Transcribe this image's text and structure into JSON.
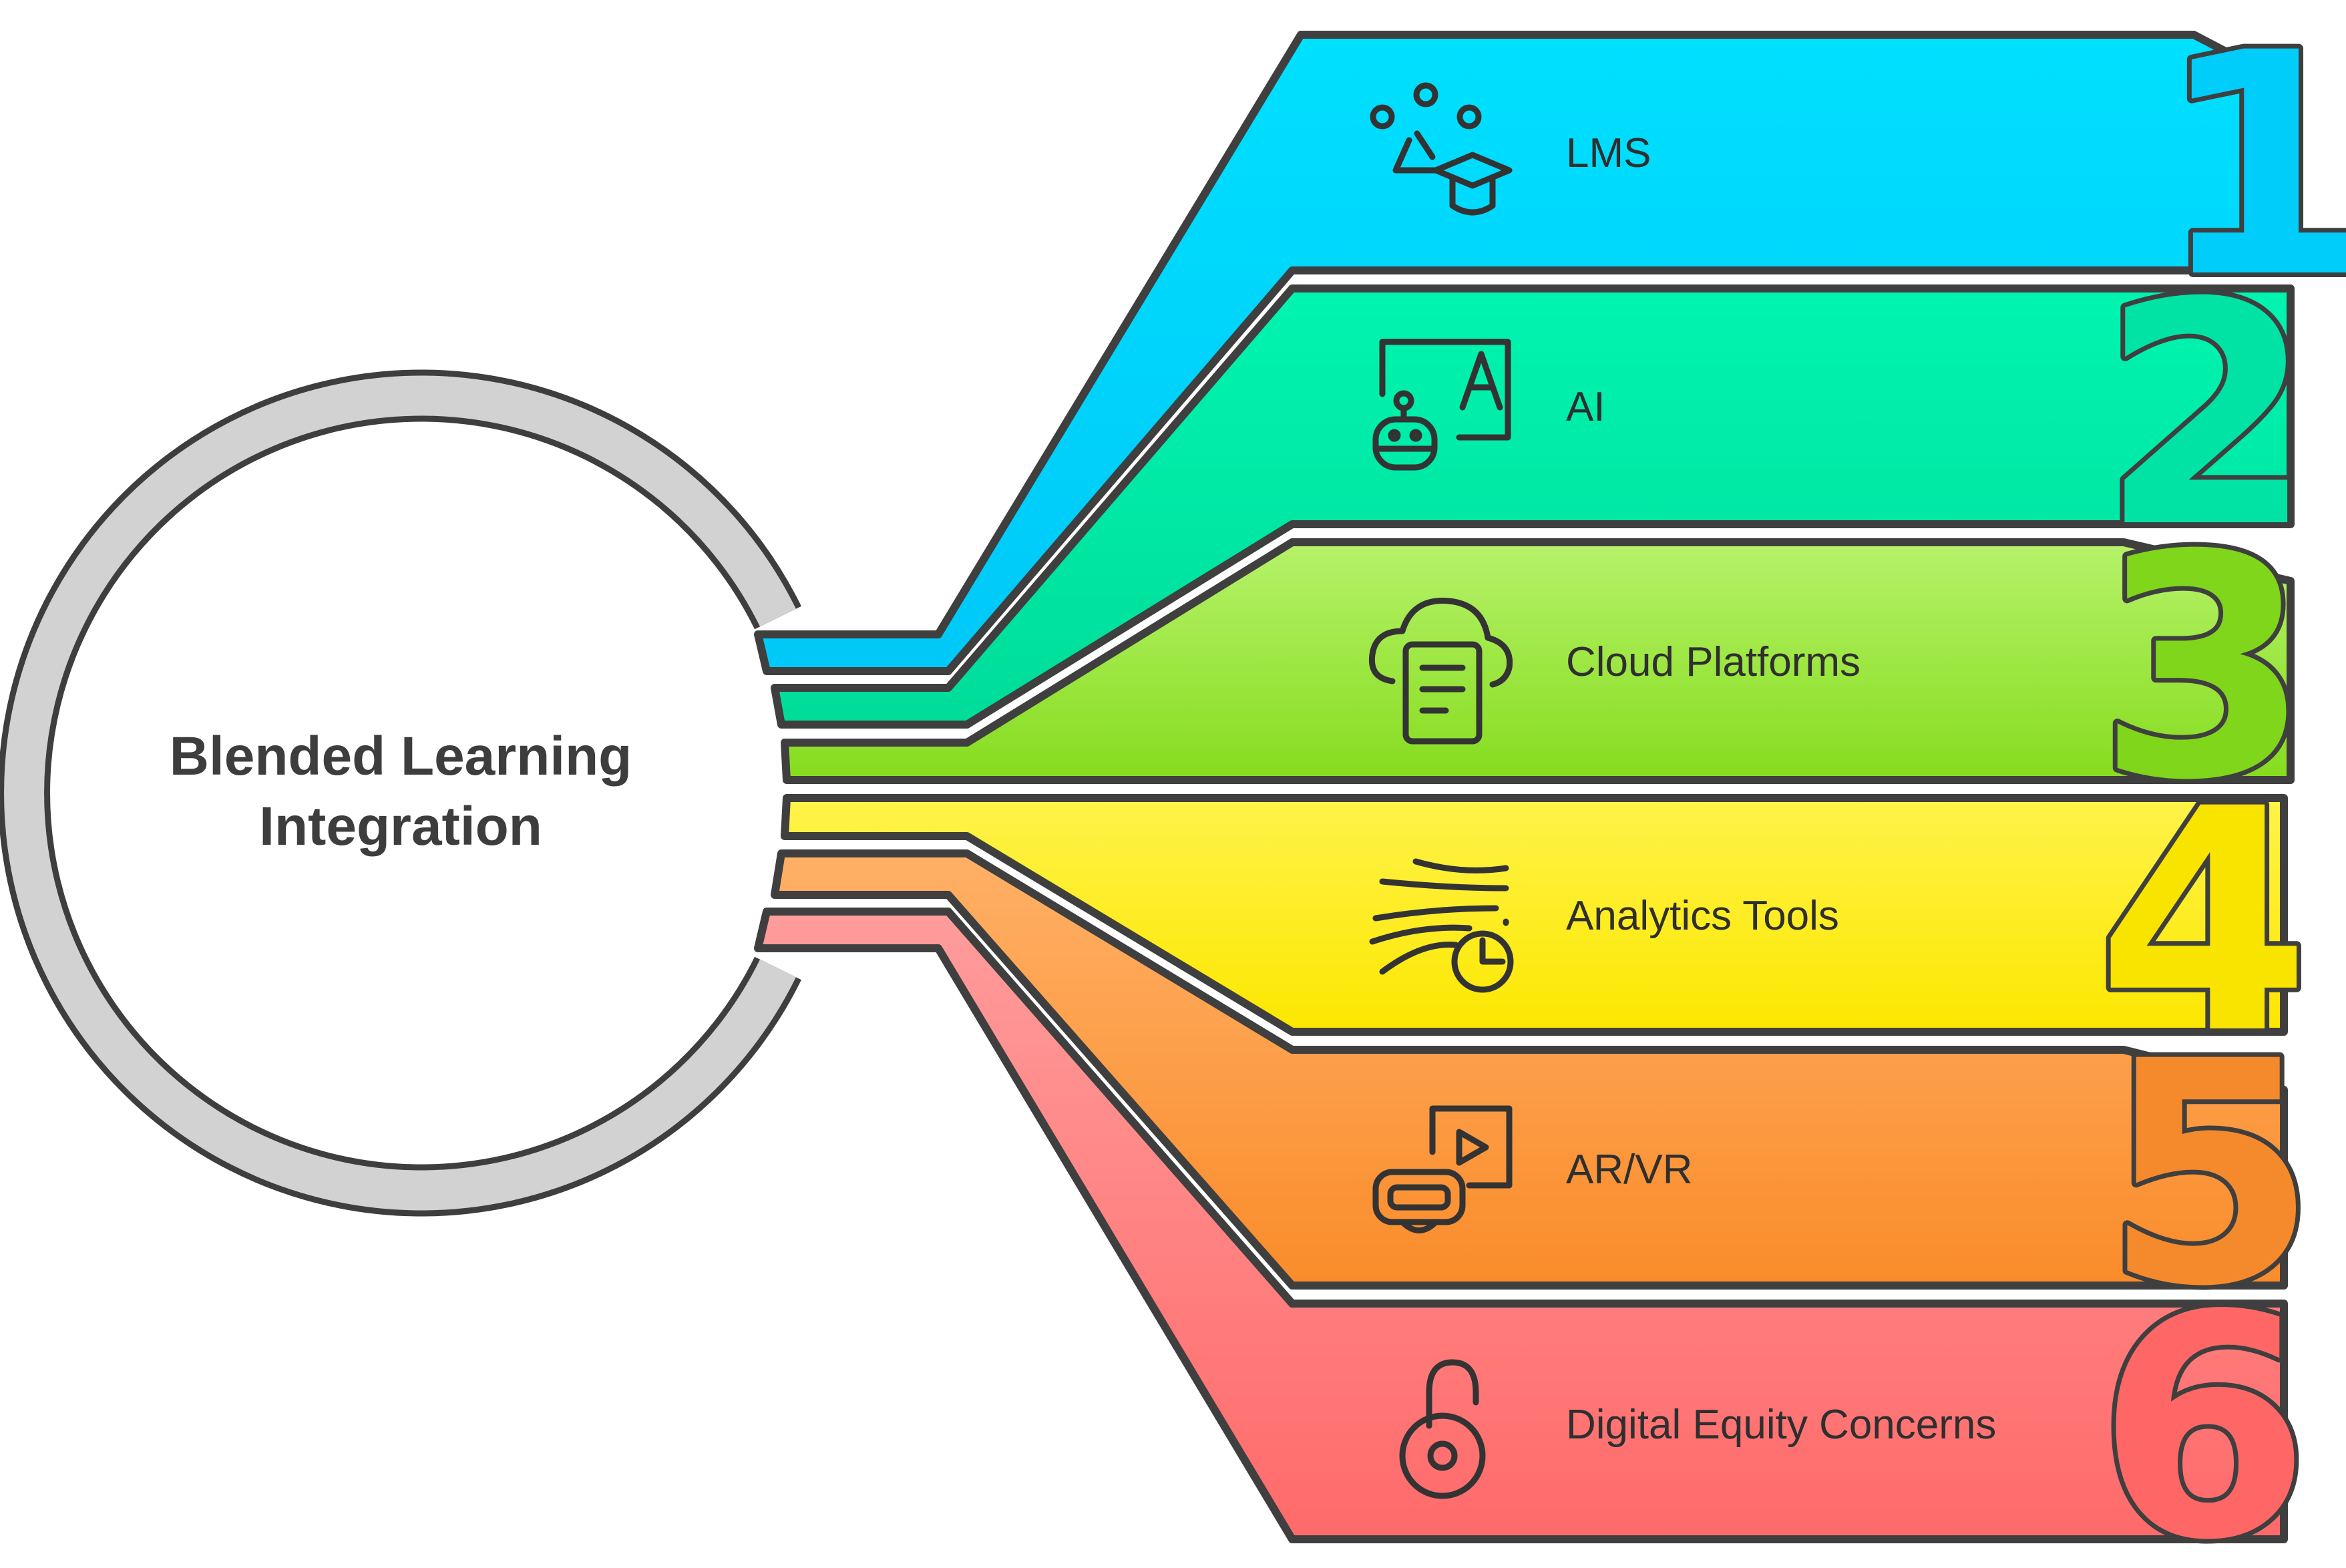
{
  "hub": {
    "title_line1": "Blended Learning",
    "title_line2": "Integration"
  },
  "items": [
    {
      "number": "1",
      "label": "LMS",
      "icon": "graduation-cap-network-icon",
      "color_top": "#00e0ff",
      "color_bottom": "#00c8f8"
    },
    {
      "number": "2",
      "label": "AI",
      "icon": "robot-text-icon",
      "color_top": "#00f5b0",
      "color_bottom": "#00dc9a"
    },
    {
      "number": "3",
      "label": "Cloud Platforms",
      "icon": "cloud-document-icon",
      "color_top": "#b6f26a",
      "color_bottom": "#86dc1e"
    },
    {
      "number": "4",
      "label": "Analytics Tools",
      "icon": "analytics-clock-icon",
      "color_top": "#fff34a",
      "color_bottom": "#fce700"
    },
    {
      "number": "5",
      "label": "AR/VR",
      "icon": "vr-headset-play-icon",
      "color_top": "#ffb066",
      "color_bottom": "#fa8c2a"
    },
    {
      "number": "6",
      "label": "Digital Equity Concerns",
      "icon": "open-padlock-icon",
      "color_top": "#ff9c9c",
      "color_bottom": "#ff6a6a"
    }
  ]
}
